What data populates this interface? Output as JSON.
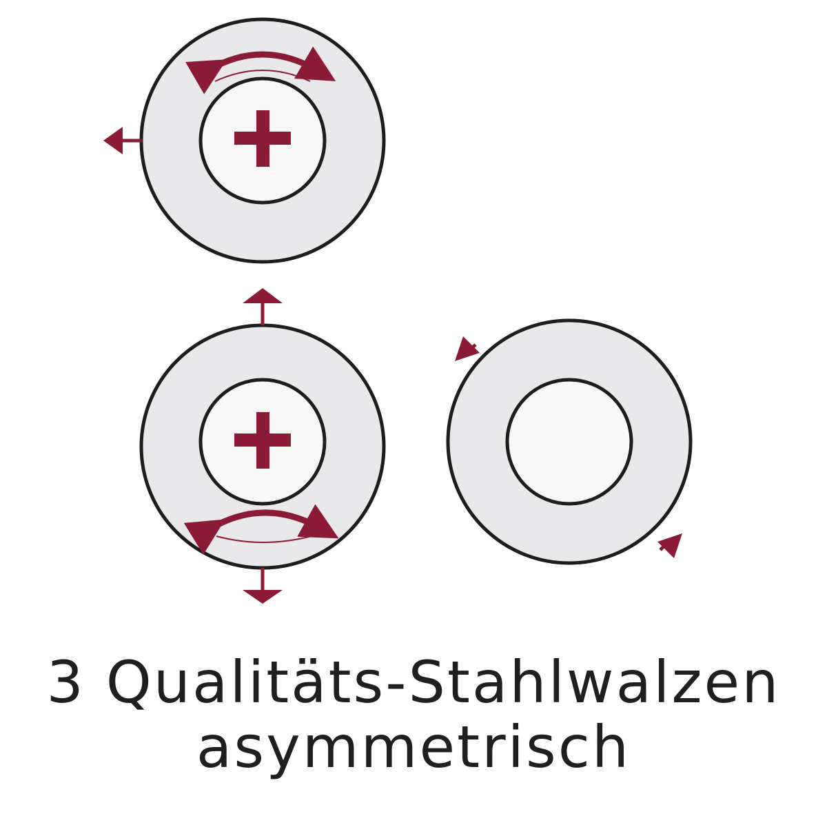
{
  "colors": {
    "accent": "#8b1a35",
    "roller_fill": "#e9e8ea",
    "hub_fill": "#f8f8f9",
    "outline": "#1d1d1d",
    "text": "#1f1f1f"
  },
  "rollers": [
    {
      "id": "top",
      "drive": "plus-icon",
      "motion": [
        "rotate-arc-top",
        "move-left"
      ]
    },
    {
      "id": "bottom-left",
      "drive": "plus-icon",
      "motion": [
        "move-up",
        "rotate-arc-bottom",
        "move-down"
      ]
    },
    {
      "id": "bottom-right",
      "drive": "none",
      "motion": [
        "move-diagonal"
      ]
    }
  ],
  "caption": {
    "line1": "3 Qualitäts-Stahlwalzen",
    "line2": "asymmetrisch"
  }
}
